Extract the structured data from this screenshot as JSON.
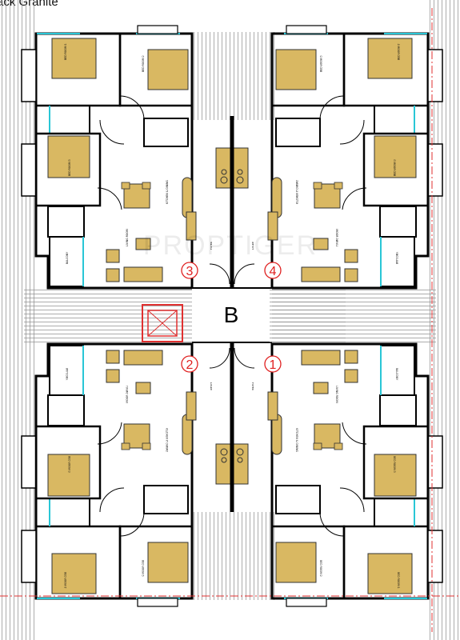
{
  "header": {
    "title_fragment": "ack Granite"
  },
  "block": {
    "label": "B"
  },
  "units": [
    "1",
    "2",
    "3",
    "4"
  ],
  "watermark": "PROPTIGER",
  "colors": {
    "wall": "#000000",
    "furniture": "#d9b862",
    "window": "#29c6d6",
    "stair_red": "#e03030",
    "unit_circle": "#e02020",
    "boundary_red": "#e03030",
    "hatch": "#777777"
  }
}
